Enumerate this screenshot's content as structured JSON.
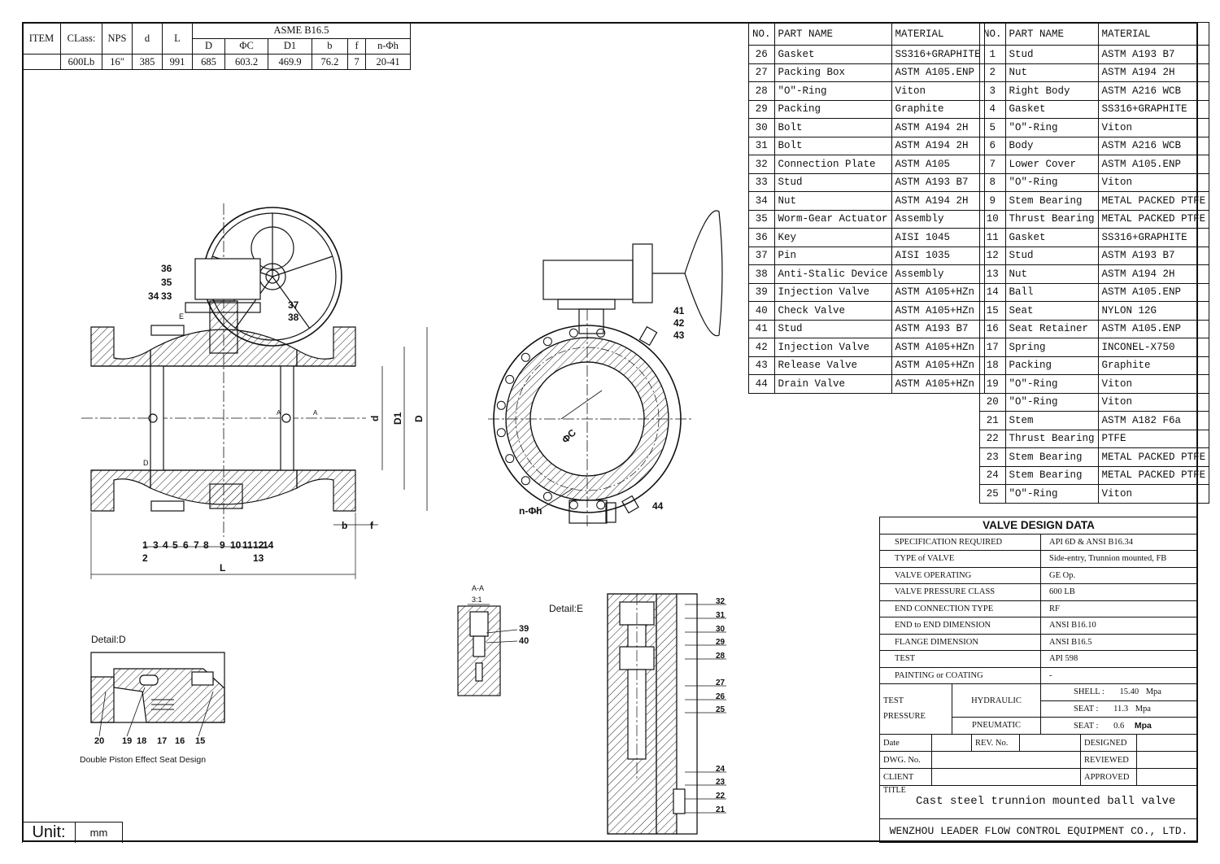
{
  "dimension_table": {
    "headers": {
      "item": "ITEM",
      "class": "CLass:",
      "nps": "NPS",
      "d": "d",
      "l": "L",
      "standard": "ASME B16.5"
    },
    "sub_headers": [
      "D",
      "ΦC",
      "D1",
      "b",
      "f",
      "n-Φh"
    ],
    "row": {
      "class": "600Lb",
      "nps": "16\"",
      "d": "385",
      "l": "991",
      "D": "685",
      "C": "603.2",
      "D1": "469.9",
      "b": "76.2",
      "f": "7",
      "nh": "20-41"
    }
  },
  "parts_left": {
    "headers": {
      "no": "NO.",
      "name": "PART NAME",
      "material": "MATERIAL"
    },
    "rows": [
      {
        "no": "26",
        "name": "Gasket",
        "material": "SS316+GRAPHITE"
      },
      {
        "no": "27",
        "name": "Packing Box",
        "material": "ASTM A105.ENP"
      },
      {
        "no": "28",
        "name": "\"O\"-Ring",
        "material": "Viton"
      },
      {
        "no": "29",
        "name": "Packing",
        "material": "Graphite"
      },
      {
        "no": "30",
        "name": "Bolt",
        "material": "ASTM A194 2H"
      },
      {
        "no": "31",
        "name": "Bolt",
        "material": "ASTM A194 2H"
      },
      {
        "no": "32",
        "name": "Connection Plate",
        "material": "ASTM A105"
      },
      {
        "no": "33",
        "name": "Stud",
        "material": "ASTM A193 B7"
      },
      {
        "no": "34",
        "name": "Nut",
        "material": "ASTM A194 2H"
      },
      {
        "no": "35",
        "name": "Worm-Gear Actuator",
        "material": "Assembly"
      },
      {
        "no": "36",
        "name": "Key",
        "material": "AISI 1045"
      },
      {
        "no": "37",
        "name": "Pin",
        "material": "AISI 1035"
      },
      {
        "no": "38",
        "name": "Anti-Stalic  Device",
        "material": "Assembly"
      },
      {
        "no": "39",
        "name": "Injection  Valve",
        "material": "ASTM A105+HZn"
      },
      {
        "no": "40",
        "name": "Check  Valve",
        "material": "ASTM A105+HZn"
      },
      {
        "no": "41",
        "name": "Stud",
        "material": "ASTM A193 B7"
      },
      {
        "no": "42",
        "name": "Injection  Valve",
        "material": "ASTM A105+HZn"
      },
      {
        "no": "43",
        "name": "Release Valve",
        "material": "ASTM A105+HZn"
      },
      {
        "no": "44",
        "name": "Drain Valve",
        "material": "ASTM A105+HZn"
      }
    ]
  },
  "parts_right": {
    "headers": {
      "no": "NO.",
      "name": "PART NAME",
      "material": "MATERIAL"
    },
    "rows": [
      {
        "no": "1",
        "name": "Stud",
        "material": "ASTM A193 B7"
      },
      {
        "no": "2",
        "name": "Nut",
        "material": "ASTM A194 2H"
      },
      {
        "no": "3",
        "name": "Right Body",
        "material": "ASTM A216 WCB"
      },
      {
        "no": "4",
        "name": "Gasket",
        "material": "SS316+GRAPHITE"
      },
      {
        "no": "5",
        "name": "\"O\"-Ring",
        "material": "Viton"
      },
      {
        "no": "6",
        "name": "Body",
        "material": "ASTM A216 WCB"
      },
      {
        "no": "7",
        "name": "Lower Cover",
        "material": "ASTM A105.ENP"
      },
      {
        "no": "8",
        "name": "\"O\"-Ring",
        "material": "Viton"
      },
      {
        "no": "9",
        "name": "Stem Bearing",
        "material": "METAL PACKED PTFE"
      },
      {
        "no": "10",
        "name": "Thrust Bearing",
        "material": "METAL PACKED PTFE"
      },
      {
        "no": "11",
        "name": "Gasket",
        "material": "SS316+GRAPHITE"
      },
      {
        "no": "12",
        "name": "Stud",
        "material": "ASTM A193 B7"
      },
      {
        "no": "13",
        "name": "Nut",
        "material": "ASTM A194 2H"
      },
      {
        "no": "14",
        "name": "Ball",
        "material": "ASTM A105.ENP"
      },
      {
        "no": "15",
        "name": "Seat",
        "material": "NYLON 12G"
      },
      {
        "no": "16",
        "name": "Seat Retainer",
        "material": "ASTM A105.ENP"
      },
      {
        "no": "17",
        "name": "Spring",
        "material": "INCONEL-X750"
      },
      {
        "no": "18",
        "name": "Packing",
        "material": "Graphite"
      },
      {
        "no": "19",
        "name": "\"O\"-Ring",
        "material": "Viton"
      },
      {
        "no": "20",
        "name": "\"O\"-Ring",
        "material": "Viton"
      },
      {
        "no": "21",
        "name": "Stem",
        "material": "ASTM A182 F6a"
      },
      {
        "no": "22",
        "name": "Thrust Bearing",
        "material": "PTFE"
      },
      {
        "no": "23",
        "name": "Stem Bearing",
        "material": "METAL PACKED PTFE"
      },
      {
        "no": "24",
        "name": "Stem Bearing",
        "material": "METAL PACKED PTFE"
      },
      {
        "no": "25",
        "name": "\"O\"-Ring",
        "material": "Viton"
      }
    ]
  },
  "design_data": {
    "title": "VALVE DESIGN DATA",
    "rows": [
      {
        "label": "SPECIFICATION REQUIRED",
        "value": "API 6D & ANSI B16.34"
      },
      {
        "label": "TYPE of VALVE",
        "value": "Side-entry, Trunnion mounted, FB"
      },
      {
        "label": "VALVE OPERATING",
        "value": "GE Op."
      },
      {
        "label": "VALVE PRESSURE CLASS",
        "value": "600 LB"
      },
      {
        "label": "END CONNECTION TYPE",
        "value": "RF"
      },
      {
        "label": "END to END DIMENSION",
        "value": "ANSI B16.10"
      },
      {
        "label": "FLANGE DIMENSION",
        "value": "ANSI B16.5"
      },
      {
        "label": "TEST",
        "value": "API 598"
      },
      {
        "label": "PAINTING or COATING",
        "value": "-"
      }
    ],
    "test_pressure": {
      "label_1": "TEST",
      "label_2": "PRESSURE",
      "hydraulic": "HYDRAULIC",
      "pneumatic": "PNEUMATIC",
      "shell_label": "SHELL  :",
      "shell_value": "15.40",
      "shell_unit": "Mpa",
      "seat_label": "SEAT  :",
      "seat_value": "11.3",
      "seat_unit": "Mpa",
      "seat2_label": "SEAT  :",
      "seat2_value": "0.6",
      "seat2_unit": "Mpa"
    }
  },
  "signoff": {
    "date": "Date",
    "rev": "REV. No.",
    "designed": "DESIGNED",
    "dwg": "DWG. No.",
    "reviewed": "REVIEWED",
    "client": "CLIENT",
    "approved": "APPROVED",
    "title_label": "TITLE",
    "title_value": "Cast steel trunnion mounted ball valve",
    "company": "WENZHOU LEADER FLOW CONTROL EQUIPMENT CO., LTD."
  },
  "unit": {
    "label": "Unit:",
    "value": "mm"
  },
  "drawing_labels": {
    "detail_d": "Detail:D",
    "detail_d_caption": "Double Piston Effect Seat Design",
    "detail_e": "Detail:E",
    "section_aa": "A-A",
    "section_scale": "3:1",
    "dim_L": "L",
    "dim_d": "d",
    "dim_D1": "D1",
    "dim_D": "D",
    "dim_b": "b",
    "dim_f": "f",
    "dim_C": "ΦC",
    "dim_nh": "n-Φh",
    "mark_E": "E",
    "mark_D": "D",
    "mark_A": "A",
    "main_callouts_top": [
      "36",
      "35",
      "34",
      "33",
      "37",
      "38"
    ],
    "main_callouts_bottom": [
      "1",
      "3",
      "4",
      "5",
      "6",
      "7",
      "8",
      "9",
      "10",
      "11",
      "12",
      "14",
      "2",
      "13"
    ],
    "side_callouts": [
      "41",
      "42",
      "43",
      "44"
    ],
    "detail_d_callouts": [
      "20",
      "19",
      "18",
      "17",
      "16",
      "15"
    ],
    "section_callouts": [
      "39",
      "40"
    ],
    "detail_e_callouts": [
      "32",
      "31",
      "30",
      "29",
      "28",
      "27",
      "26",
      "25",
      "24",
      "23",
      "22",
      "21"
    ]
  }
}
